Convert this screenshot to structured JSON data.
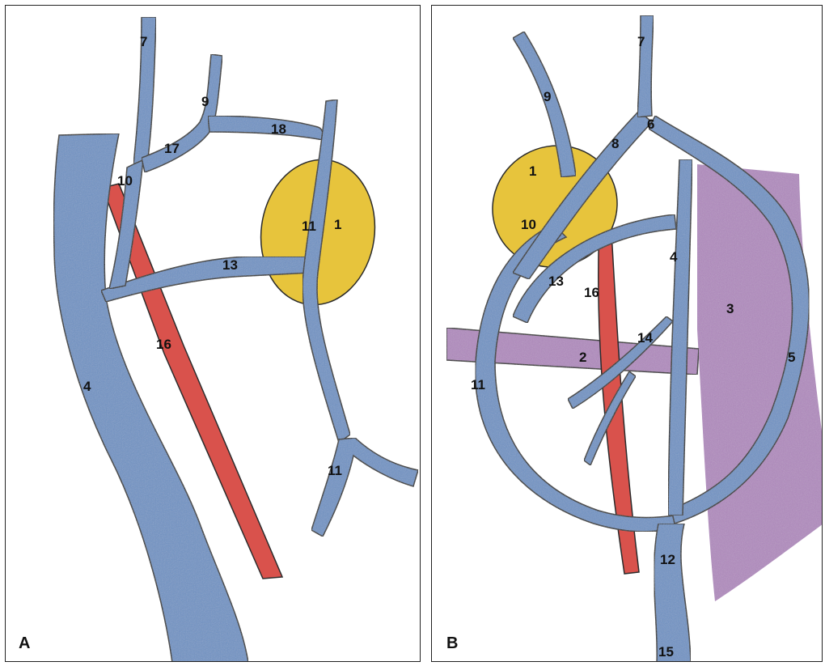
{
  "panels": [
    {
      "letter": "A",
      "labels": [
        "1",
        "4",
        "7",
        "9",
        "10",
        "11",
        "11",
        "13",
        "16",
        "17",
        "18"
      ]
    },
    {
      "letter": "B",
      "labels": [
        "1",
        "2",
        "3",
        "4",
        "5",
        "6",
        "7",
        "8",
        "9",
        "10",
        "11",
        "12",
        "13",
        "14",
        "15",
        "16"
      ]
    }
  ],
  "colors": {
    "vein_fill": "#6f93c4",
    "vein_light": "#8aa9d3",
    "vein_outline": "#2b2b2b",
    "artery_fill": "#d9524c",
    "gland_fill": "#e7c43c",
    "muscle_fill": "#b089be",
    "panel_border": "#222222"
  }
}
